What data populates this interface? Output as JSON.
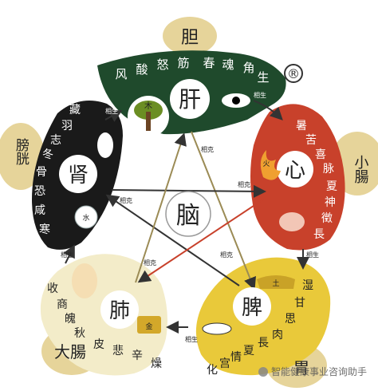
{
  "registered_mark": "®",
  "center": {
    "label": "脑"
  },
  "liver": {
    "main": "肝",
    "fu": "胆",
    "chars": [
      "风",
      "酸",
      "怒",
      "筋",
      "春",
      "魂",
      "角",
      "生"
    ],
    "element": "木",
    "relation_label": "相生"
  },
  "heart": {
    "main": "心",
    "fu": "小腸",
    "chars": [
      "暑",
      "苦",
      "喜",
      "脉",
      "夏",
      "神",
      "徵",
      "長"
    ],
    "element": "火",
    "relation_label": "相生"
  },
  "spleen": {
    "main": "脾",
    "fu": "胃",
    "chars": [
      "湿",
      "甘",
      "思",
      "肉",
      "長",
      "夏",
      "情",
      "宫",
      "化"
    ],
    "element": "土",
    "relation_label": "相生"
  },
  "lung": {
    "main": "肺",
    "fu": "大腸",
    "chars": [
      "收",
      "商",
      "魄",
      "秋",
      "皮",
      "悲",
      "辛",
      "燥"
    ],
    "element": "金",
    "relation_label": "相生"
  },
  "kidney": {
    "main": "肾",
    "fu": "膀胱",
    "chars": [
      "藏",
      "羽",
      "志",
      "冬",
      "骨",
      "恐",
      "咸",
      "寒"
    ],
    "element": "水",
    "relation_label": "相生"
  },
  "restrain_labels": [
    "相克",
    "相克",
    "相克",
    "相克",
    "相克"
  ],
  "colors": {
    "liver": "#1f4a2c",
    "heart": "#c8412b",
    "spleen": "#e9c93a",
    "lung": "#f3ecc9",
    "kidney": "#1a1a1a",
    "fu_pale": "#e6d49a",
    "arrow": "#2a2a2a"
  },
  "watermark": "智能健康事业咨询助手"
}
